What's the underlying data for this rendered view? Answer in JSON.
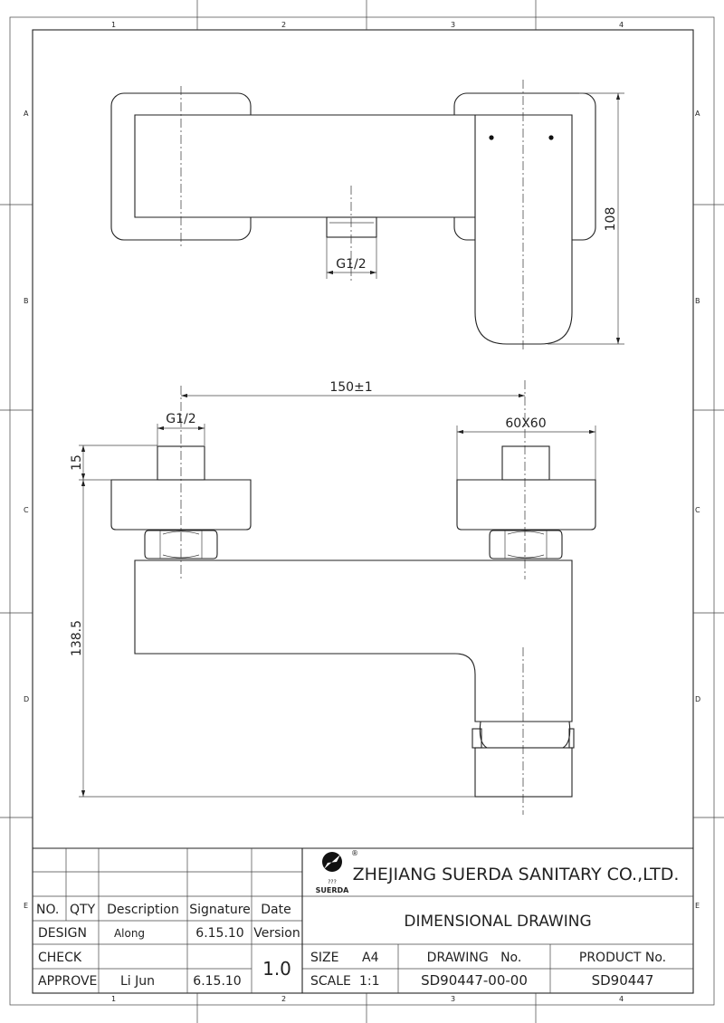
{
  "zones": {
    "columns": [
      "1",
      "2",
      "3",
      "4"
    ],
    "rows": [
      "A",
      "B",
      "C",
      "D",
      "E"
    ]
  },
  "dimensions": {
    "top_thread": "G1/2",
    "height_top_view": "108",
    "center_distance": "150±1",
    "side_thread": "G1/2",
    "handle_size": "60X60",
    "stub_height": "15",
    "total_height": "138.5"
  },
  "title_block": {
    "logo_text": "SUERDA",
    "logo_small": "???",
    "registered": "®",
    "company": "ZHEJIANG SUERDA SANITARY CO.,LTD.",
    "drawing_title": "DIMENSIONAL DRAWING",
    "headers": {
      "no": "NO.",
      "qty": "QTY",
      "description": "Description",
      "signature": "Signature",
      "date": "Date"
    },
    "design_label": "DESIGN",
    "design_name": "Along",
    "design_date": "6.15.10",
    "version_label": "Version",
    "version": "1.0",
    "check_label": "CHECK",
    "approve_label": "APPROVE",
    "approve_name": "Li Jun",
    "approve_date": "6.15.10",
    "size_label": "SIZE",
    "size": "A4",
    "scale_label": "SCALE",
    "scale": "1:1",
    "drawing_no_label": "DRAWING   No.",
    "drawing_no": "SD90447-00-00",
    "product_no_label": "PRODUCT No.",
    "product_no": "SD90447"
  }
}
